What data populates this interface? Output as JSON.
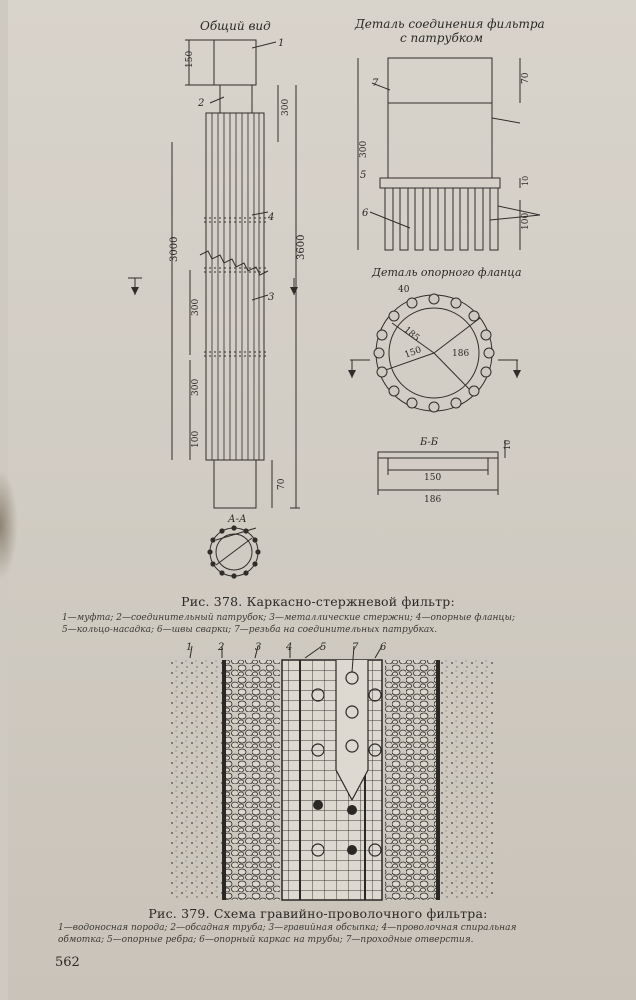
{
  "figure378": {
    "general_view_title": "Общий вид",
    "joint_detail_title": "Деталь соединения фильтра\nс патрубком",
    "joint_detail_line1": "Деталь соединения фильтра",
    "joint_detail_line2": "с патрубком",
    "flange_detail_title": "Деталь опорного фланца",
    "section_aa": "А-А",
    "section_bb": "Б-Б",
    "dims_general": [
      "150",
      "300",
      "3000",
      "3600",
      "300",
      "300",
      "100",
      "70"
    ],
    "dims_joint": [
      "70",
      "300",
      "10",
      "100"
    ],
    "dims_flange": [
      "40",
      "185",
      "150",
      "186",
      "10",
      "150",
      "186"
    ],
    "part_numbers": [
      "1",
      "2",
      "3",
      "4",
      "5",
      "6",
      "7"
    ],
    "caption": "Рис. 378. Каркасно-стержневой фильтр:",
    "legend_line1": "1—муфта; 2—соединительный патрубок; 3—металлические стержни; 4—опорные фланцы;",
    "legend_line2": "5—кольцо-насадка; 6—швы сварки; 7—резьба на соединительных патрубках."
  },
  "figure379": {
    "labels": [
      "1",
      "2",
      "3",
      "4",
      "5",
      "7",
      "6"
    ],
    "caption": "Рис. 379. Схема гравийно-проволочного фильтра:",
    "legend_line1": "1—водоносная порода; 2—обсадная труба; 3—гравийная обсыпка; 4—проволочная спиральная",
    "legend_line2": "обмотка; 5—опорные ребра; 6—опорный каркас на трубы; 7—проходные отверстия."
  },
  "page_number": "562"
}
